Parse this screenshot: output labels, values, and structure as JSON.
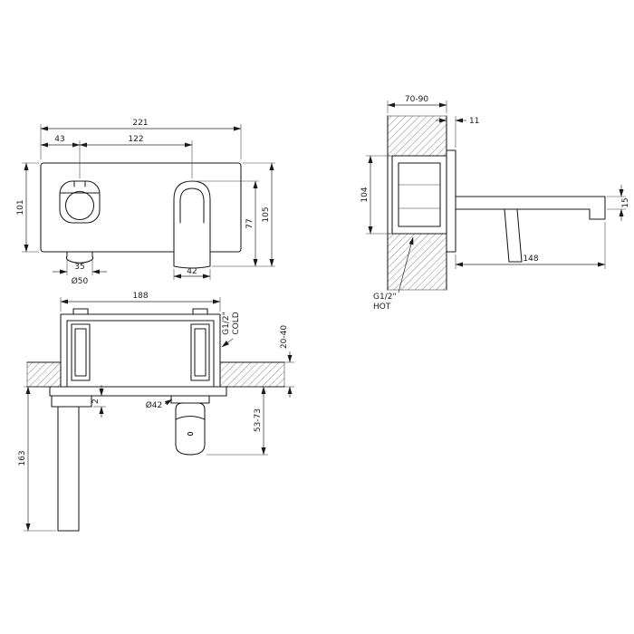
{
  "drawing": {
    "front": {
      "width_total": "221",
      "handle_offset": "43",
      "spout_offset": "122",
      "plate_height": "101",
      "spout_height": "77",
      "total_height": "105",
      "handle_stem_width": "35",
      "handle_diameter": "Ø50",
      "spout_width": "42"
    },
    "side": {
      "wall_depth_range": "70-90",
      "trim_thickness": "11",
      "body_height": "104",
      "spout_tip_height": "15",
      "spout_reach": "148",
      "hot_thread": "G1/2\"",
      "hot_label": "HOT"
    },
    "install": {
      "body_width": "188",
      "cold_thread": "G1/2\"",
      "cold_label": "COLD",
      "wall_thickness_range": "20-40",
      "plate_gap": "2",
      "handle_escutcheon_diameter": "Ø42",
      "handle_projection_range": "53-73",
      "spout_drop": "163"
    }
  }
}
